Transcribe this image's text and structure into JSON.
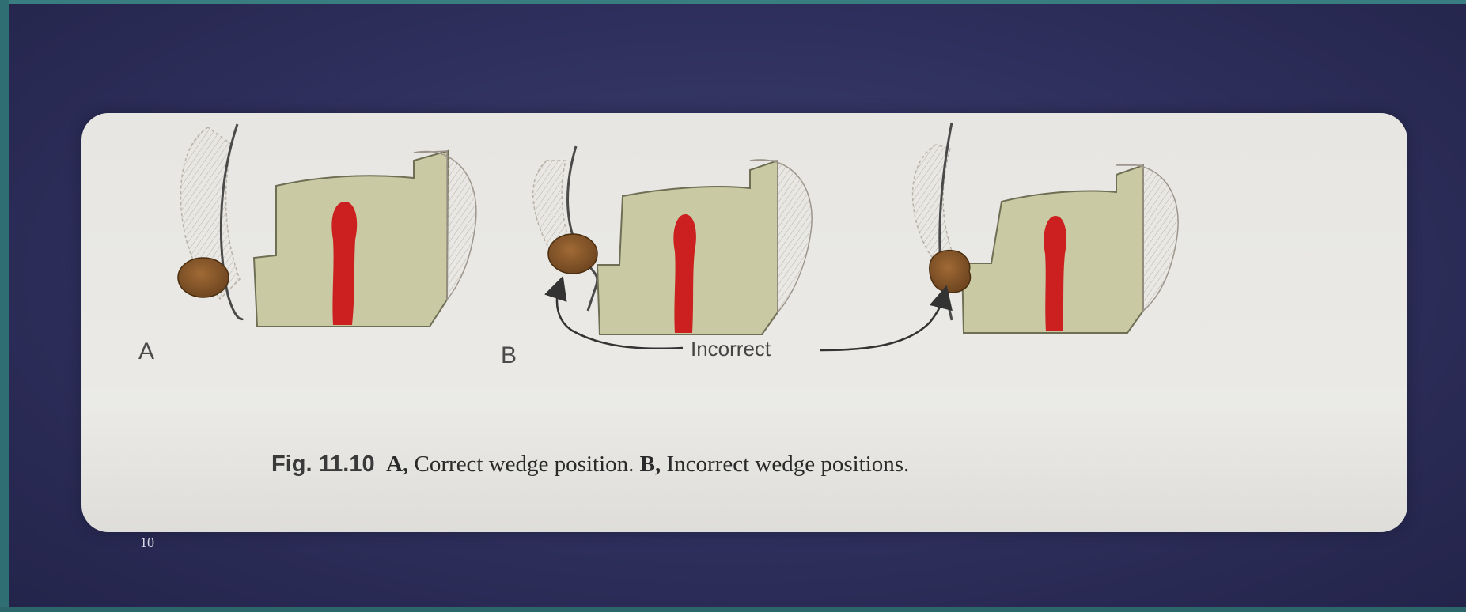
{
  "figure": {
    "label_a": "A",
    "label_b": "B",
    "annotation": "Incorrect",
    "caption": {
      "fig_number": "Fig. 11.10",
      "a_letter": "A,",
      "a_text": "Correct wedge position.",
      "b_letter": "B,",
      "b_text": "Incorrect wedge positions."
    }
  },
  "slide_number": "10",
  "colors": {
    "background": "#2e2f5c",
    "panel": "#e7e6e2",
    "tooth": "#c9c9a3",
    "pulp": "#cc2020",
    "wedge": "#8a5a2a"
  }
}
